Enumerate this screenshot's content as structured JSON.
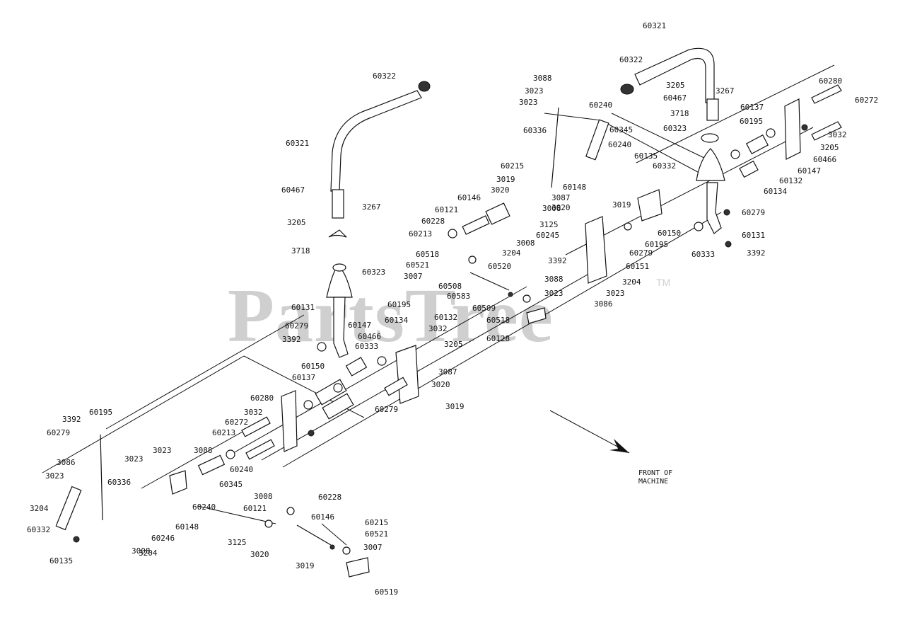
{
  "watermark": {
    "text": "PartsTree",
    "tm": "TM"
  },
  "note": {
    "line1": "FRONT OF",
    "line2": "MACHINE"
  },
  "labels": [
    {
      "t": "60321"
    },
    {
      "t": "60322"
    },
    {
      "t": "3205"
    },
    {
      "t": "60467"
    },
    {
      "t": "3267"
    },
    {
      "t": "3718"
    },
    {
      "t": "60137"
    },
    {
      "t": "60195"
    },
    {
      "t": "60323"
    },
    {
      "t": "60280"
    },
    {
      "t": "60272"
    },
    {
      "t": "3032"
    },
    {
      "t": "3205"
    },
    {
      "t": "60466"
    },
    {
      "t": "60147"
    },
    {
      "t": "60132"
    },
    {
      "t": "60134"
    },
    {
      "t": "60279"
    },
    {
      "t": "60131"
    },
    {
      "t": "3392"
    },
    {
      "t": "60333"
    },
    {
      "t": "3088"
    },
    {
      "t": "3023"
    },
    {
      "t": "3023"
    },
    {
      "t": "60240"
    },
    {
      "t": "60345"
    },
    {
      "t": "60336"
    },
    {
      "t": "60240"
    },
    {
      "t": "60135"
    },
    {
      "t": "60332"
    },
    {
      "t": "60148"
    },
    {
      "t": "60215"
    },
    {
      "t": "3019"
    },
    {
      "t": "3020"
    },
    {
      "t": "60146"
    },
    {
      "t": "60121"
    },
    {
      "t": "60228"
    },
    {
      "t": "60213"
    },
    {
      "t": "3008"
    },
    {
      "t": "3125"
    },
    {
      "t": "60245"
    },
    {
      "t": "3008"
    },
    {
      "t": "3204"
    },
    {
      "t": "3087"
    },
    {
      "t": "3020"
    },
    {
      "t": "3019"
    },
    {
      "t": "60150"
    },
    {
      "t": "60195"
    },
    {
      "t": "60279"
    },
    {
      "t": "3392"
    },
    {
      "t": "60151"
    },
    {
      "t": "3204"
    },
    {
      "t": "3023"
    },
    {
      "t": "3086"
    },
    {
      "t": "60518"
    },
    {
      "t": "60521"
    },
    {
      "t": "3007"
    },
    {
      "t": "60520"
    },
    {
      "t": "60508"
    },
    {
      "t": "60583"
    },
    {
      "t": "60509"
    },
    {
      "t": "3088"
    },
    {
      "t": "3023"
    },
    {
      "t": "60518"
    },
    {
      "t": "60128"
    },
    {
      "t": "60322"
    },
    {
      "t": "60321"
    },
    {
      "t": "60467"
    },
    {
      "t": "3267"
    },
    {
      "t": "3205"
    },
    {
      "t": "3718"
    },
    {
      "t": "60323"
    },
    {
      "t": "60131"
    },
    {
      "t": "60279"
    },
    {
      "t": "3392"
    },
    {
      "t": "60333"
    },
    {
      "t": "60150"
    },
    {
      "t": "60137"
    },
    {
      "t": "60280"
    },
    {
      "t": "3032"
    },
    {
      "t": "60272"
    },
    {
      "t": "60213"
    },
    {
      "t": "60195"
    },
    {
      "t": "60134"
    },
    {
      "t": "60132"
    },
    {
      "t": "60147"
    },
    {
      "t": "60466"
    },
    {
      "t": "3032"
    },
    {
      "t": "3205"
    },
    {
      "t": "3087"
    },
    {
      "t": "3020"
    },
    {
      "t": "3019"
    },
    {
      "t": "60279"
    },
    {
      "t": "60195"
    },
    {
      "t": "3392"
    },
    {
      "t": "60279"
    },
    {
      "t": "3086"
    },
    {
      "t": "3023"
    },
    {
      "t": "3204"
    },
    {
      "t": "60332"
    },
    {
      "t": "60135"
    },
    {
      "t": "3023"
    },
    {
      "t": "3023"
    },
    {
      "t": "3088"
    },
    {
      "t": "60336"
    },
    {
      "t": "60240"
    },
    {
      "t": "60345"
    },
    {
      "t": "60240"
    },
    {
      "t": "60148"
    },
    {
      "t": "60246"
    },
    {
      "t": "3008"
    },
    {
      "t": "3204"
    },
    {
      "t": "3008"
    },
    {
      "t": "60228"
    },
    {
      "t": "60121"
    },
    {
      "t": "60146"
    },
    {
      "t": "3125"
    },
    {
      "t": "3020"
    },
    {
      "t": "3019"
    },
    {
      "t": "60215"
    },
    {
      "t": "60521"
    },
    {
      "t": "3007"
    },
    {
      "t": "60519"
    },
    {
      "t": "60583"
    },
    {
      "t": "60520"
    },
    {
      "t": "60508"
    },
    {
      "t": "60509"
    },
    {
      "t": "3088"
    },
    {
      "t": "3023"
    },
    {
      "t": "60518"
    },
    {
      "t": "60128"
    }
  ]
}
